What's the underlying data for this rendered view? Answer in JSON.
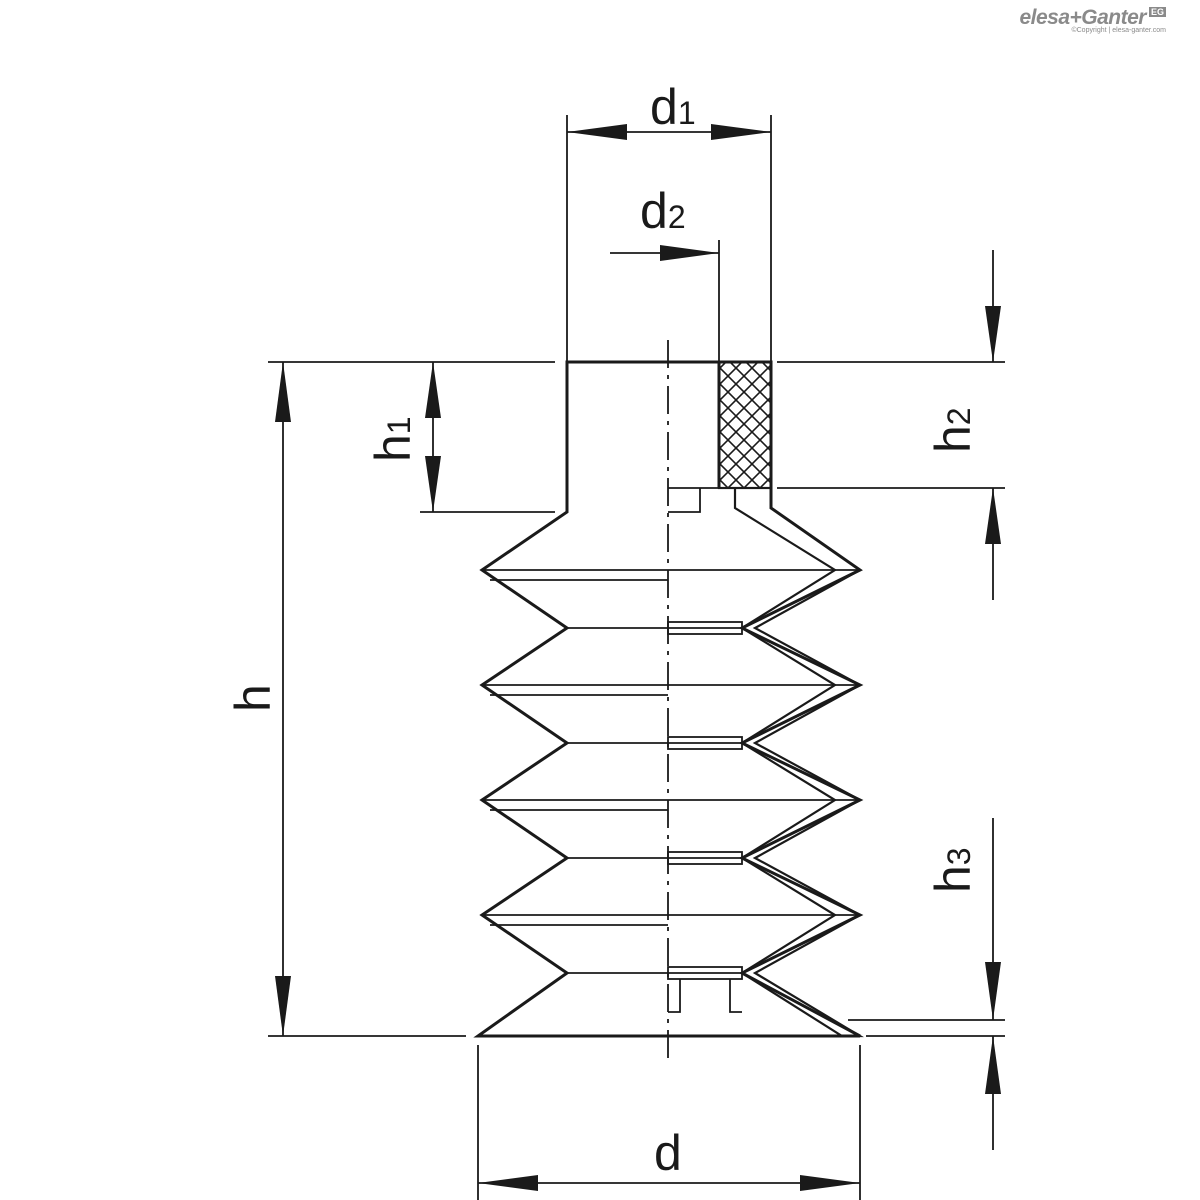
{
  "logo": {
    "brand": "elesa+Ganter",
    "badge": "EG",
    "copyright": "©Copyright | elesa-ganter.com"
  },
  "dimensions": {
    "d1": {
      "base": "d",
      "sub": "1"
    },
    "d2": {
      "base": "d",
      "sub": "2"
    },
    "d": {
      "base": "d",
      "sub": ""
    },
    "h": {
      "base": "h",
      "sub": ""
    },
    "h1": {
      "base": "h",
      "sub": "1"
    },
    "h2": {
      "base": "h",
      "sub": "2"
    },
    "h3": {
      "base": "h",
      "sub": "3"
    }
  },
  "colors": {
    "line": "#1a1a1a",
    "background": "#ffffff",
    "logo": "#8a8a8a"
  }
}
